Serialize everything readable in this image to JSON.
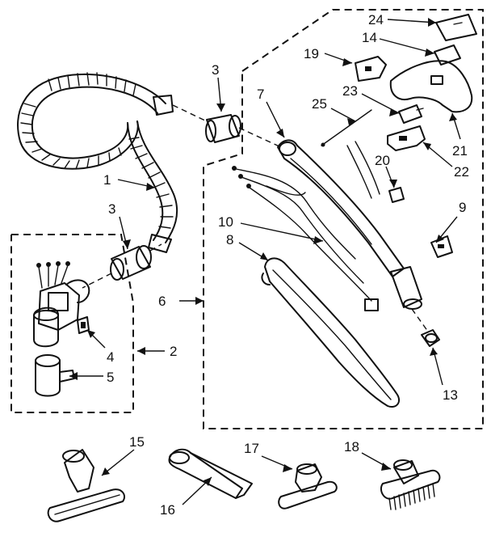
{
  "diagram": {
    "callouts": [
      {
        "id": "c1",
        "text": "1"
      },
      {
        "id": "c2",
        "text": "2"
      },
      {
        "id": "c3a",
        "text": "3"
      },
      {
        "id": "c3b",
        "text": "3"
      },
      {
        "id": "c4",
        "text": "4"
      },
      {
        "id": "c5",
        "text": "5"
      },
      {
        "id": "c6",
        "text": "6"
      },
      {
        "id": "c7",
        "text": "7"
      },
      {
        "id": "c8",
        "text": "8"
      },
      {
        "id": "c9",
        "text": "9"
      },
      {
        "id": "c10",
        "text": "10"
      },
      {
        "id": "c13",
        "text": "13"
      },
      {
        "id": "c14",
        "text": "14"
      },
      {
        "id": "c15",
        "text": "15"
      },
      {
        "id": "c16",
        "text": "16"
      },
      {
        "id": "c17",
        "text": "17"
      },
      {
        "id": "c18",
        "text": "18"
      },
      {
        "id": "c19",
        "text": "19"
      },
      {
        "id": "c20",
        "text": "20"
      },
      {
        "id": "c21",
        "text": "21"
      },
      {
        "id": "c22",
        "text": "22"
      },
      {
        "id": "c23",
        "text": "23"
      },
      {
        "id": "c24",
        "text": "24"
      },
      {
        "id": "c25",
        "text": "25"
      }
    ]
  }
}
